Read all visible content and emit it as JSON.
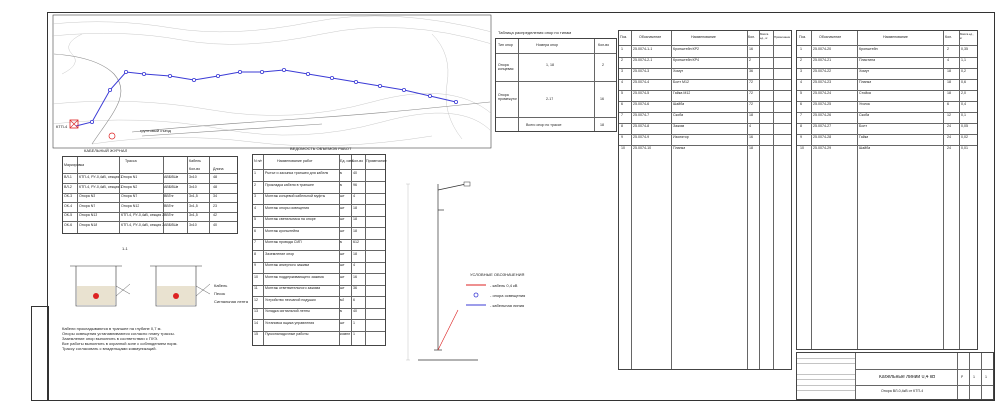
{
  "map": {
    "labels": [
      "КТП-4",
      "грунтовый съезд"
    ]
  },
  "cable_journal": {
    "title": "КАБЕЛЬНЫЙ ЖУРНАЛ",
    "headers": [
      "Маркировка",
      "Трасса",
      "Кабель",
      "Кол-во",
      "Длина"
    ],
    "rows": [
      [
        "ВЛ-1",
        "КТП-4, РУ-0,4кВ, секция 1",
        "Опора N1",
        "АВБбШв",
        "3х10",
        "48"
      ],
      [
        "ВЛ-2",
        "КТП-4, РУ-0,4кВ, секция 1",
        "Опора N2",
        "АВБбШв",
        "3х10",
        "48"
      ],
      [
        "ОК-3",
        "Опора N3",
        "Опора N7",
        "ВВГнг",
        "3х1,5",
        "34"
      ],
      [
        "ОК-4",
        "Опора N7",
        "Опора N12",
        "ВВГнг",
        "3х1,5",
        "23"
      ],
      [
        "ОК-5",
        "Опора N13",
        "КТП-4, РУ-0,4кВ, секция 2",
        "ВВГнг",
        "3х1,5",
        "42"
      ],
      [
        "ОК-6",
        "Опора N18",
        "КТП-4, РУ-0,4кВ, секция 2",
        "АВБбШв",
        "3х10",
        "40"
      ]
    ]
  },
  "supports_table": {
    "title": "Таблица распределения опор по типам",
    "headers": [
      "Тип опор",
      "Номера опор",
      "Кол-во"
    ],
    "rows": [
      [
        "Опора концевая",
        "1, 18",
        "2"
      ],
      [
        "Опора промежуточная",
        "2-17",
        "16"
      ]
    ],
    "total_label": "Всего опор по трассе",
    "total_value": "18"
  },
  "works_table": {
    "title": "ВЕДОМОСТЬ ОБЪЕМОВ РАБОТ",
    "headers": [
      "N п/п",
      "Наименование работ",
      "Ед. изм.",
      "Кол-во",
      "Примечание"
    ],
    "rows": [
      [
        "1",
        "Рытье и засыпка траншеи для кабеля",
        "м",
        "40",
        ""
      ],
      [
        "2",
        "Прокладка кабеля в траншее",
        "м",
        "96",
        ""
      ],
      [
        "3",
        "Монтаж концевой кабельной муфты",
        "шт",
        "4",
        ""
      ],
      [
        "4",
        "Монтаж опоры освещения",
        "шт",
        "18",
        ""
      ],
      [
        "5",
        "Монтаж светильника на опоре",
        "шт",
        "18",
        ""
      ],
      [
        "6",
        "Монтаж кронштейна",
        "шт",
        "18",
        ""
      ],
      [
        "7",
        "Монтаж провода СИП",
        "м",
        "612",
        ""
      ],
      [
        "8",
        "Заземление опор",
        "шт",
        "18",
        ""
      ],
      [
        "9",
        "Монтаж анкерного зажима",
        "шт",
        "4",
        ""
      ],
      [
        "10",
        "Монтаж поддерживающего зажима",
        "шт",
        "16",
        ""
      ],
      [
        "11",
        "Монтаж ответвительного зажима",
        "шт",
        "36",
        ""
      ],
      [
        "12",
        "Устройство песчаной подушки",
        "м3",
        "6",
        ""
      ],
      [
        "13",
        "Укладка сигнальной ленты",
        "м",
        "40",
        ""
      ],
      [
        "14",
        "Установка ящика управления",
        "шт",
        "1",
        ""
      ],
      [
        "15",
        "Пусконаладочные работы",
        "компл",
        "1",
        ""
      ]
    ]
  },
  "section": {
    "title": "1-1",
    "labels": [
      "Кабель",
      "Песок",
      "Сигнальная лента"
    ]
  },
  "notes": [
    "Кабели прокладываются в траншее на глубине 0,7 м.",
    "Опоры освещения устанавливаются согласно плану трассы.",
    "Заземление опор выполнить в соответствии с ПУЭ.",
    "Все работы выполнять в охранной зоне с соблюдением норм.",
    "Трассу согласовать с владельцами коммуникаций."
  ],
  "legend": {
    "title": "УСЛОВНЫЕ ОБОЗНАЧЕНИЯ",
    "items": [
      "- кабель 0,4 кВ",
      "- опора освещения",
      "- кабельная линия"
    ]
  },
  "spec_table": {
    "headers": [
      "Поз.",
      "Обозначение",
      "Наименование",
      "Кол.",
      "Масса ед., кг",
      "Примечание"
    ],
    "rows": [
      [
        "1",
        "25.0074-1-1",
        "Кронштейн КР2",
        "16",
        "",
        ""
      ],
      [
        "2",
        "25.0074-2-1",
        "Кронштейн КР4",
        "2",
        "",
        ""
      ],
      [
        "3",
        "25.0074-3",
        "Хомут",
        "36",
        "",
        ""
      ],
      [
        "4",
        "25.0074-4",
        "Болт М12",
        "72",
        "",
        ""
      ],
      [
        "5",
        "25.0074-5",
        "Гайка М12",
        "72",
        "",
        ""
      ],
      [
        "6",
        "25.0074-6",
        "Шайба",
        "72",
        "",
        ""
      ],
      [
        "7",
        "25.0074-7",
        "Скоба",
        "18",
        "",
        ""
      ],
      [
        "8",
        "25.0074-8",
        "Зажим",
        "4",
        "",
        ""
      ],
      [
        "9",
        "25.0074-9",
        "Изолятор",
        "16",
        "",
        ""
      ],
      [
        "10",
        "25.0074-10",
        "Планка",
        "18",
        "",
        ""
      ]
    ]
  },
  "materials_table": {
    "headers": [
      "Поз.",
      "Обозначение",
      "Наименование",
      "Кол.",
      "Масса ед., кг"
    ],
    "rows": [
      [
        "1",
        "25.0074-20",
        "Кронштейн",
        "2",
        "0,35"
      ],
      [
        "2",
        "25.0074-21",
        "Пластина",
        "4",
        "1,1"
      ],
      [
        "3",
        "25.0074-22",
        "Хомут",
        "18",
        "0,2"
      ],
      [
        "4",
        "25.0074-23",
        "Планка",
        "18",
        "0,6"
      ],
      [
        "5",
        "25.0074-24",
        "Стойка",
        "18",
        "2,0"
      ],
      [
        "6",
        "25.0074-25",
        "Уголок",
        "6",
        "0,4"
      ],
      [
        "7",
        "25.0074-26",
        "Скоба",
        "12",
        "0,1"
      ],
      [
        "8",
        "25.0074-27",
        "Болт",
        "24",
        "0,05"
      ],
      [
        "9",
        "25.0074-28",
        "Гайка",
        "24",
        "0,02"
      ],
      [
        "10",
        "25.0074-29",
        "Шайба",
        "24",
        "0,01"
      ]
    ]
  },
  "title_block": {
    "sheet_title": "Кабельные линии 0,4 кВ",
    "object": "Опора ВЛ-0,4кВ от КТП-4",
    "stage": "Р",
    "sheet": "1",
    "sheets": "1"
  }
}
